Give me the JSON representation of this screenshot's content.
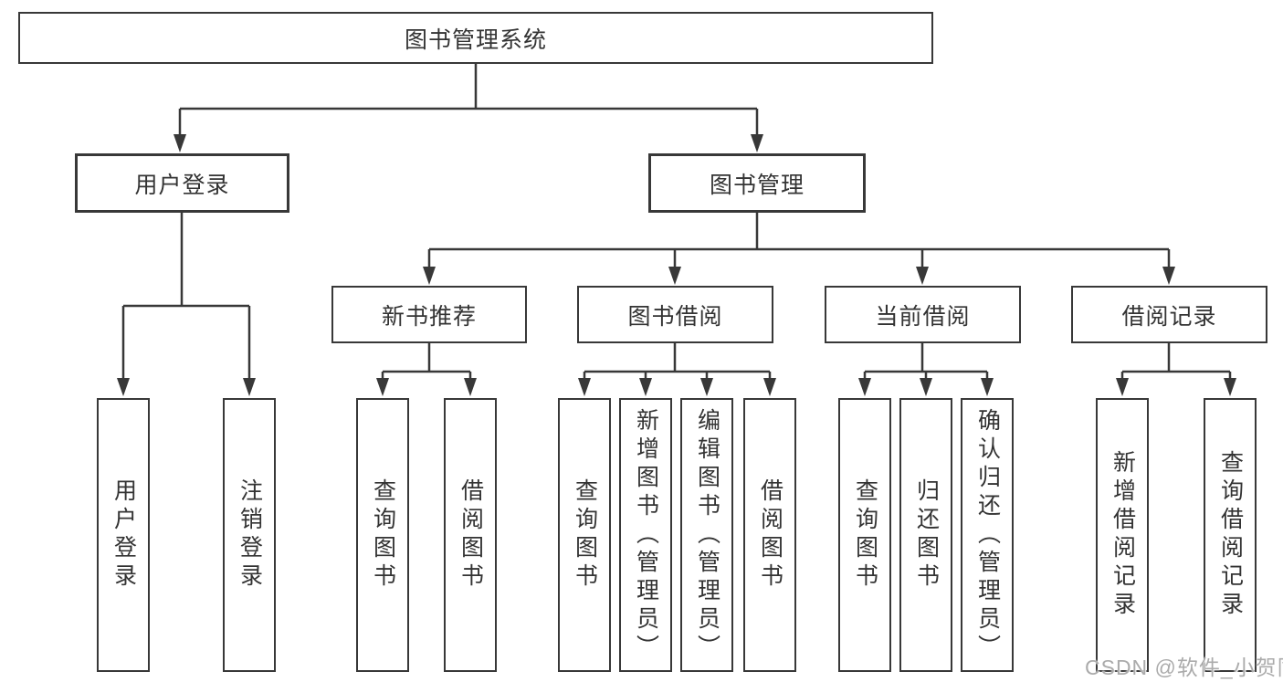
{
  "diagram": {
    "root": {
      "label": "图书管理系统"
    },
    "watermark": "CSDN @软件_小贺同学"
  },
  "tree": [
    {
      "label": "用户登录",
      "leaves": [
        {
          "label": "用户登录"
        },
        {
          "label": "注销登录"
        }
      ]
    },
    {
      "label": "图书管理",
      "children": [
        {
          "label": "新书推荐",
          "leaves": [
            {
              "label": "查询图书"
            },
            {
              "label": "借阅图书"
            }
          ]
        },
        {
          "label": "图书借阅",
          "leaves": [
            {
              "label": "查询图书"
            },
            {
              "label": "新增图书（管理员）"
            },
            {
              "label": "编辑图书（管理员）"
            },
            {
              "label": "借阅图书"
            }
          ]
        },
        {
          "label": "当前借阅",
          "leaves": [
            {
              "label": "查询图书"
            },
            {
              "label": "归还图书"
            },
            {
              "label": "确认归还（管理员）"
            }
          ]
        },
        {
          "label": "借阅记录",
          "leaves": [
            {
              "label": "新增借阅记录"
            },
            {
              "label": "查询借阅记录"
            }
          ]
        }
      ]
    }
  ],
  "colors": {
    "line": "#383838",
    "text": "#333333",
    "background": "#ffffff",
    "watermark": "#ababab"
  }
}
